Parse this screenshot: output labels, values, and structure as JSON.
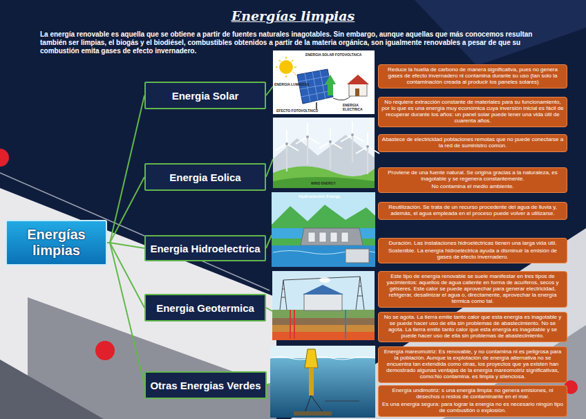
{
  "diagram": {
    "title": "Energías limpias",
    "nodes": [
      {
        "text": [
          "Energías limpias"
        ]
      },
      {
        "text": [
          "Energia Solar"
        ]
      },
      {
        "text": [
          "Energia Eolica"
        ]
      },
      {
        "text": [
          "Energia Hidroelectrica"
        ]
      },
      {
        "text": [
          "Energia Geotermica"
        ]
      },
      {
        "text": [
          "Otras Energias Verdes"
        ]
      },
      {
        "text": [
          "Reduce la huella de carbono de manera significativa, pues no genera gases de efecto invernadero ni contamina durante su uso (tan solo la contaminación creada al producir los paneles solares)"
        ]
      },
      {
        "text": [
          "No requiere extracción constante de materiales para su funcionamiento, por lo que es una energía muy económica cuya inversión inicial es fácil de recuperar durante los años: un panel solar puede tener una vida útil de cuarenta años."
        ]
      },
      {
        "text": [
          "Abastece de electricidad poblaciones remotas que no puede conectarse a la red de suministro común."
        ]
      },
      {
        "text": [
          "Proviene de una fuente natural. Se origina gracias a la naturaleza, es inagotable y se regenera constantemente.",
          "No contamina el medio ambiente."
        ]
      },
      {
        "text": [
          "Reutilización. Se trata de un recurso procedente del agua de lluvia y, además, el agua empleada en el proceso puede volver a utilizarse."
        ]
      },
      {
        "text": [
          "Duración. Las instalaciones hidroeléctricas tienen una larga vida útil.",
          "Sostenible. La energía hidroeléctrica ayuda a disminuir la emisión de gases de efecto invernadero."
        ]
      },
      {
        "text": [
          "Este tipo de energía renovable se suele manifestar en tres tipos de yacimientos: aquellos de agua caliente en forma de acuíferos, secos y géiseres. Este calor se puede aprovechar para generar electricidad, refrigerar, desalinizar el agua o, directamente, aprovechar la energía térmica como tal."
        ]
      },
      {
        "text": [
          "No se agota. La tierra emite tanto calor que esta energía es inagotable y se puede hacer uso de ella sin problemas de abastecimiento. No se agota. La tierra emite tanto calor que esta energía es inagotable y se puede hacer uso de ella sin problemas de abastecimiento."
        ]
      },
      {
        "text": [
          "Energía mareomotriz: Es renovable, y no contamina ni es peligrosa para la población. Aunque la explotación de energía alternativa no se encuentra tan extendida como otras, los proyectos que ya existen han demostrado algunas ventajas de la energía mareomotriz significativas, como:No contamina. es limpia y silenciosa."
        ]
      },
      {
        "text": [
          "Energía undimotriz: s una energía limpia: no genera emisiones, ni desechos o restos de contaminante en el mar.",
          "Es una energía segura: para lograr la energía no es necesario ningún tipo de combustión o explosión."
        ]
      }
    ],
    "edges": [
      {
        "from": 0,
        "to": 1,
        "arrow": "none"
      },
      {
        "from": 0,
        "to": 2,
        "arrow": "none"
      },
      {
        "from": 0,
        "to": 3,
        "arrow": "none"
      },
      {
        "from": 0,
        "to": 4,
        "arrow": "none"
      },
      {
        "from": 0,
        "to": 5,
        "arrow": "none"
      }
    ],
    "labels": [
      "La energía renovable es aquella que se obtiene a partir de fuentes naturales inagotables. Sin embargo, aunque aquellas que más conocemos resultan también ser limpias, el biogás y el biodiésel, combustibles obtenidos a partir de la materia orgánica, son igualmente renovables a pesar de que su combustión emita gases de efecto invernadero.",
      "ENERGIA SOLAR FOTOVOLTAICA",
      "ENERGIA LUMINOSA",
      "ENERGIA ELECTRICA",
      "EFECTO FOTOVOLTAICO",
      "WIND ENERGY",
      "Hydroelectric Energy"
    ]
  }
}
